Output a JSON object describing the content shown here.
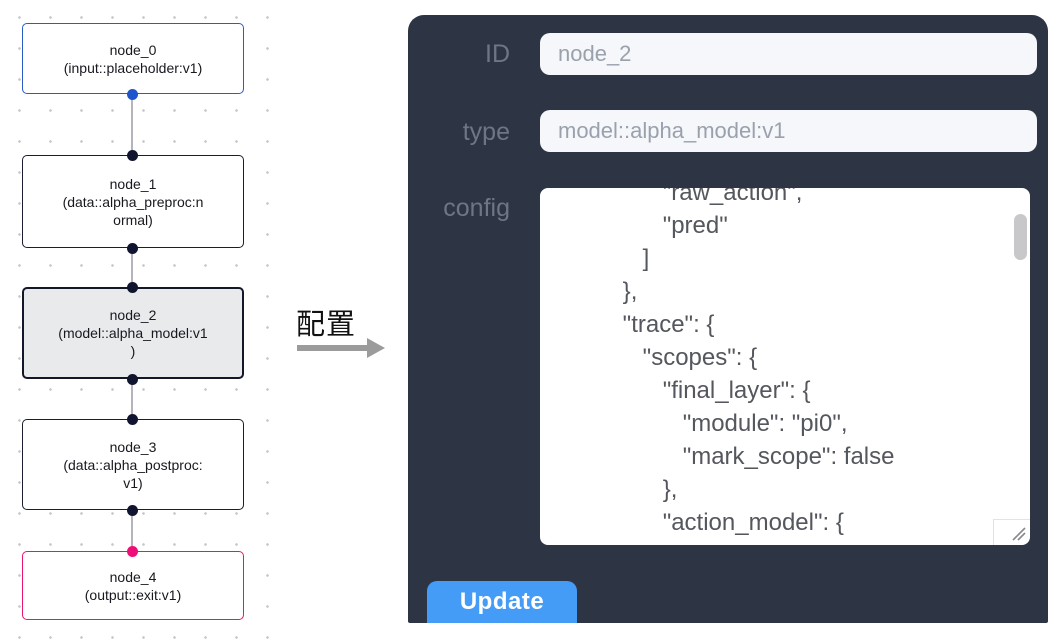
{
  "flow": {
    "nodes": [
      {
        "id": "node_0",
        "variant": "input",
        "lines": [
          "node_0",
          "(input::placeholder:v1)"
        ]
      },
      {
        "id": "node_1",
        "variant": "default",
        "lines": [
          "node_1",
          "(data::alpha_preproc:n",
          "ormal)"
        ]
      },
      {
        "id": "node_2",
        "variant": "selected",
        "lines": [
          "node_2",
          "(model::alpha_model:v1",
          ")"
        ]
      },
      {
        "id": "node_3",
        "variant": "default",
        "lines": [
          "node_3",
          "(data::alpha_postproc:",
          "v1)"
        ]
      },
      {
        "id": "node_4",
        "variant": "output",
        "lines": [
          "node_4",
          "(output::exit:v1)"
        ]
      }
    ]
  },
  "annotation": {
    "label": "配置"
  },
  "panel": {
    "id_label": "ID",
    "id_value": "node_2",
    "type_label": "type",
    "type_value": "model::alpha_model:v1",
    "config_label": "config",
    "config_lines": [
      "                \"raw_action\",",
      "                \"pred\"",
      "             ]",
      "          },",
      "          \"trace\": {",
      "             \"scopes\": {",
      "                \"final_layer\": {",
      "                   \"module\": \"pi0\",",
      "                   \"mark_scope\": false",
      "                },",
      "                \"action_model\": {"
    ],
    "update_label": "Update"
  },
  "colors": {
    "panel_bg": "#2d3544",
    "accent_blue": "#459cf6",
    "node_input_border": "#2a5cc7",
    "node_output_border": "#e8156f",
    "node_selected_bg": "#e9eaec",
    "edge": "#b4b4ba"
  }
}
